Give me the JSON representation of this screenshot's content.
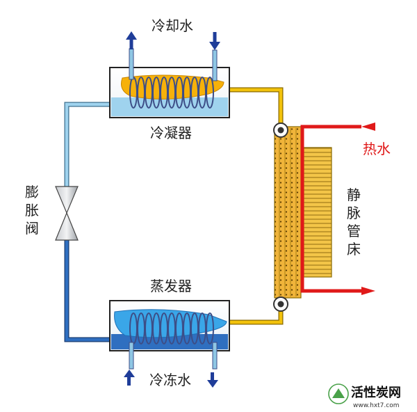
{
  "labels": {
    "cooling_water": "冷却水",
    "condenser": "冷凝器",
    "expansion_valve": "膨\n胀\n阀",
    "evaporator": "蒸发器",
    "chilled_water": "冷冻水",
    "hot_water": "热水",
    "vein_bed": "静\n脉\n管\n床"
  },
  "watermark": {
    "brand": "活性炭网",
    "url": "www.hxt7.com"
  },
  "colors": {
    "hot_pipe": "#f2c20c",
    "warm_pipe": "#e2a400",
    "cool_pipe": "#9fd3ee",
    "cold_pipe": "#2f6fc0",
    "hot_water": "#e01919",
    "label_red": "#e01919",
    "coil": "#3d4e87",
    "arrow_blue": "#1f3d99"
  }
}
